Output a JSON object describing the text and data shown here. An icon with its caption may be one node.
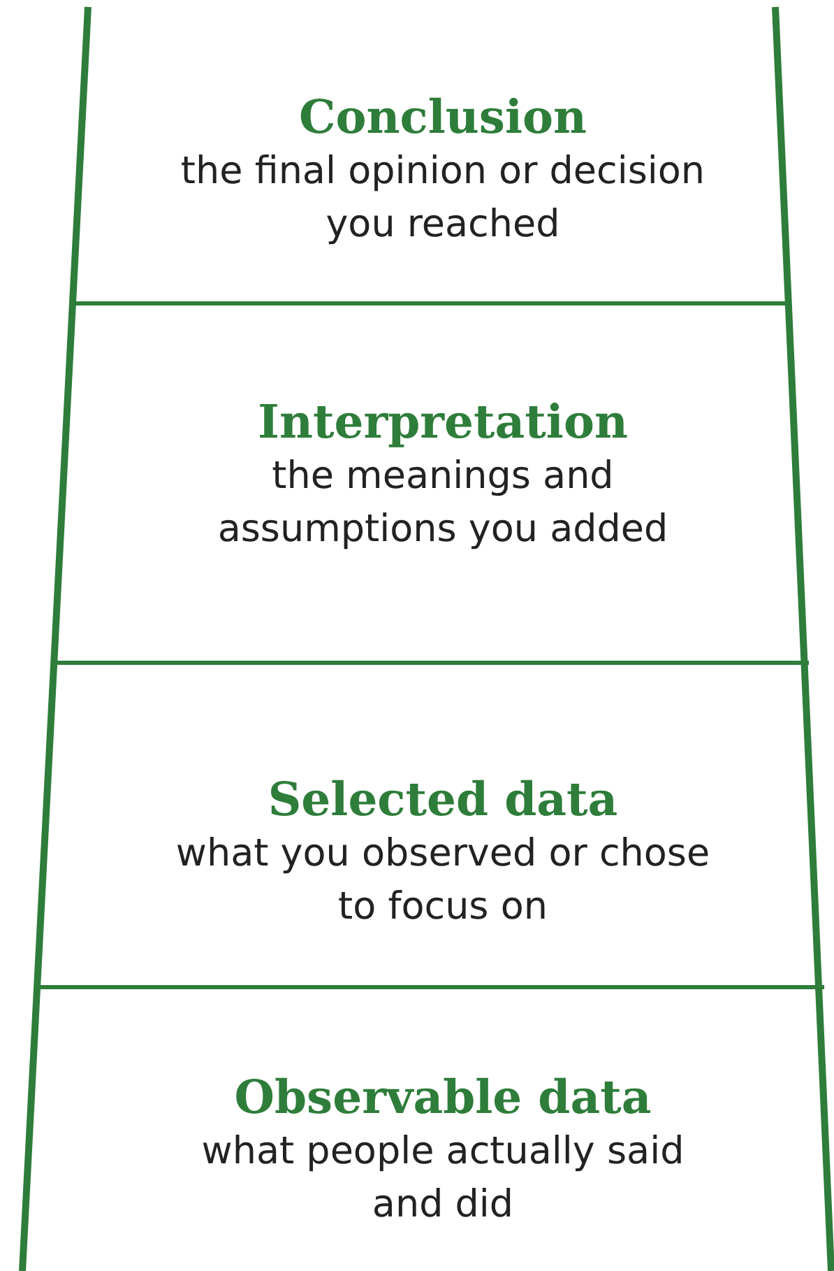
{
  "diagram": {
    "nodes": [
      {
        "text": [
          "Conclusion",
          "the final opinion or decision you reached"
        ]
      },
      {
        "text": [
          "Interpretation",
          "the meanings and assumptions you added"
        ]
      },
      {
        "text": [
          "Selected data",
          "what you observed or chose to focus on"
        ]
      },
      {
        "text": [
          "Observable data",
          "what people actually said and did"
        ]
      }
    ]
  }
}
